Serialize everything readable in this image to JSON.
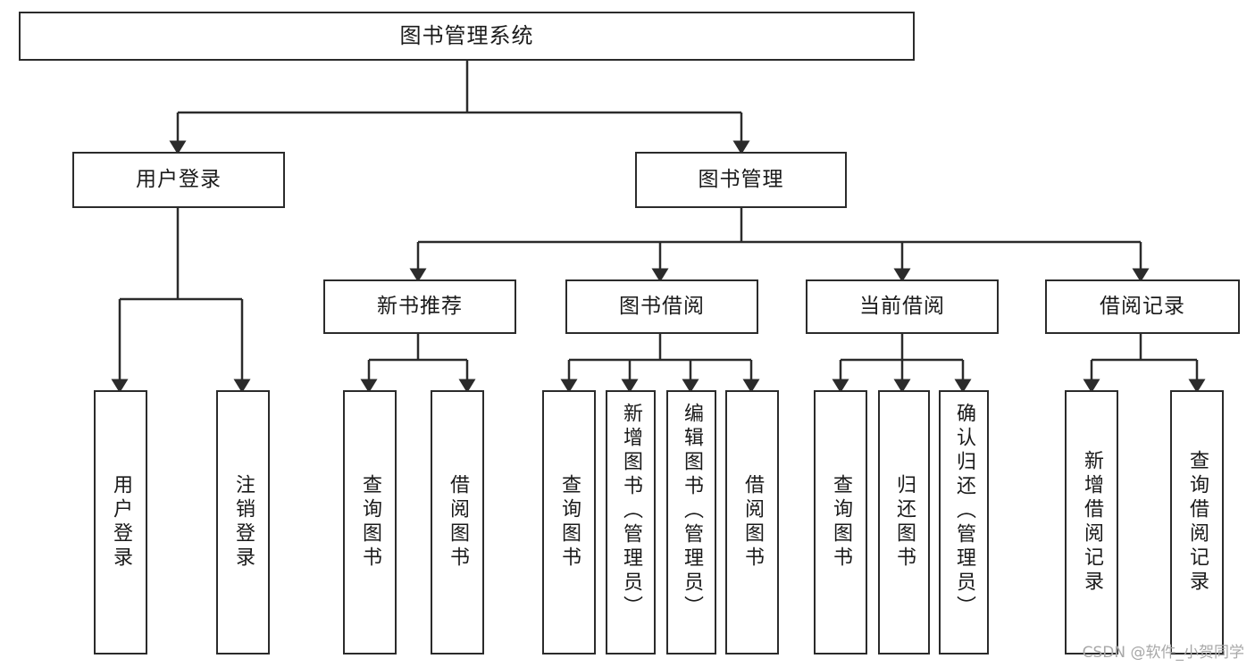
{
  "diagram": {
    "title": "图书管理系统",
    "type": "tree",
    "colors": {
      "box_border": "#2b2b2b",
      "box_fill": "#ffffff",
      "edge": "#2b2b2b",
      "text": "#1a1a1a",
      "watermark": "#a8a8a8"
    },
    "root": {
      "id": "root",
      "label": "图书管理系统"
    },
    "level2": [
      {
        "id": "user-login",
        "label": "用户登录"
      },
      {
        "id": "book-manage",
        "label": "图书管理"
      }
    ],
    "level3": [
      {
        "id": "new-book-recommend",
        "label": "新书推荐"
      },
      {
        "id": "book-borrow",
        "label": "图书借阅"
      },
      {
        "id": "current-borrow",
        "label": "当前借阅"
      },
      {
        "id": "borrow-record",
        "label": "借阅记录"
      }
    ],
    "leaves": {
      "user_login": [
        {
          "id": "leaf-user-login",
          "label": "用户登录"
        },
        {
          "id": "leaf-logout-login",
          "label": "注销登录"
        }
      ],
      "new_book_recommend": [
        {
          "id": "leaf-query-book-1",
          "label": "查询图书"
        },
        {
          "id": "leaf-borrow-book-1",
          "label": "借阅图书"
        }
      ],
      "book_borrow": [
        {
          "id": "leaf-query-book-2",
          "label": "查询图书"
        },
        {
          "id": "leaf-add-book",
          "label": "新增图书（管理员）"
        },
        {
          "id": "leaf-edit-book",
          "label": "编辑图书（管理员）"
        },
        {
          "id": "leaf-borrow-book-2",
          "label": "借阅图书"
        }
      ],
      "current_borrow": [
        {
          "id": "leaf-query-book-3",
          "label": "查询图书"
        },
        {
          "id": "leaf-return-book",
          "label": "归还图书"
        },
        {
          "id": "leaf-confirm-return",
          "label": "确认归还（管理员）"
        }
      ],
      "borrow_record": [
        {
          "id": "leaf-add-record",
          "label": "新增借阅记录"
        },
        {
          "id": "leaf-query-record",
          "label": "查询借阅记录"
        }
      ]
    }
  },
  "watermark": {
    "text": "CSDN @软件_小贺同学"
  }
}
